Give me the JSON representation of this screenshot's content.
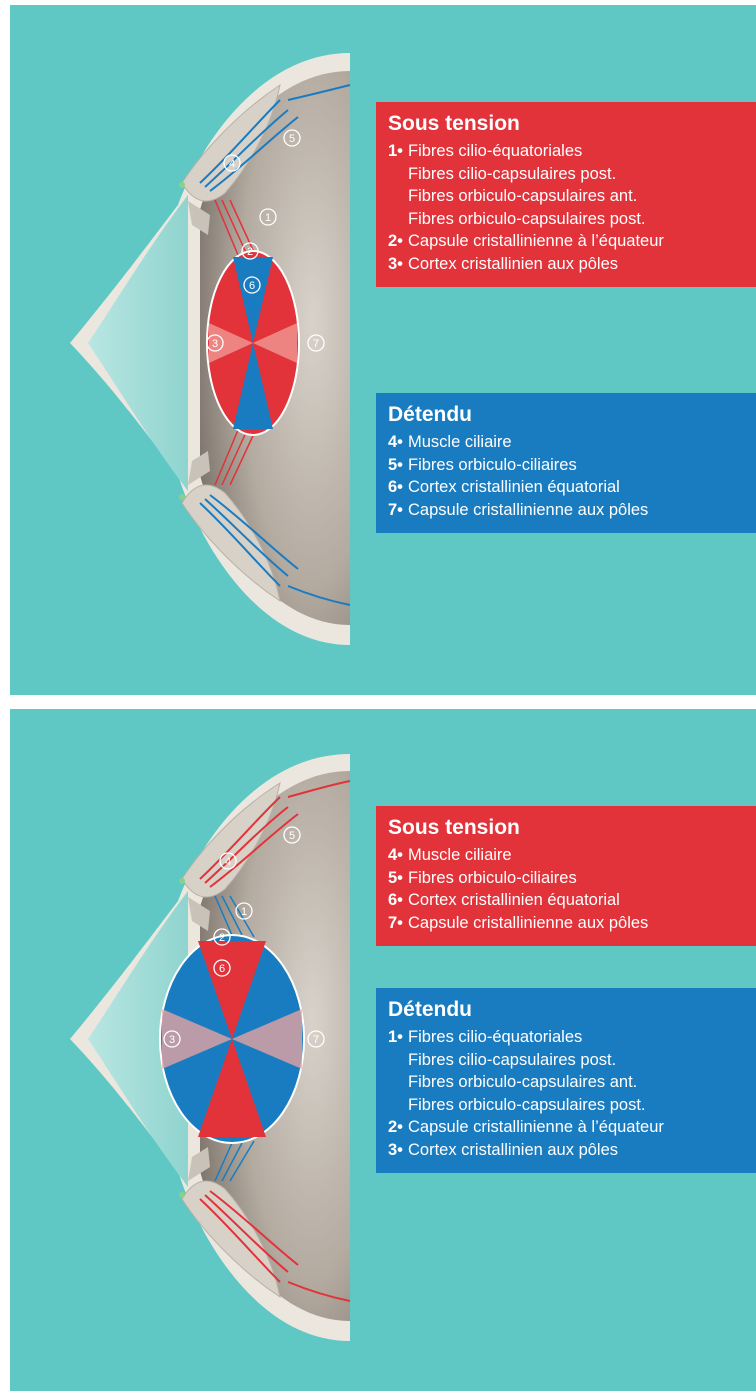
{
  "colors": {
    "background": "#5fc8c4",
    "tension": "#e2323a",
    "relaxed": "#1a7cc0",
    "sclera": "#e8e4dc",
    "interior": "#a89e94"
  },
  "markers": [
    "1",
    "2",
    "3",
    "4",
    "5",
    "6",
    "7"
  ],
  "panels": [
    {
      "tension": {
        "title": "Sous tension",
        "items": [
          {
            "num": "1•",
            "lines": [
              "Fibres cilio-équatoriales",
              "Fibres cilio-capsulaires post.",
              "Fibres orbiculo-capsulaires ant.",
              "Fibres orbiculo-capsulaires post."
            ]
          },
          {
            "num": "2•",
            "lines": [
              "Capsule cristallinienne à l’équateur"
            ]
          },
          {
            "num": "3•",
            "lines": [
              "Cortex cristallinien aux pôles"
            ]
          }
        ]
      },
      "relaxed": {
        "title": "Détendu",
        "items": [
          {
            "num": "4•",
            "lines": [
              "Muscle ciliaire"
            ]
          },
          {
            "num": "5•",
            "lines": [
              "Fibres orbiculo-ciliaires"
            ]
          },
          {
            "num": "6•",
            "lines": [
              "Cortex cristallinien équatorial"
            ]
          },
          {
            "num": "7•",
            "lines": [
              "Capsule cristallinienne aux pôles"
            ]
          }
        ]
      }
    },
    {
      "tension": {
        "title": "Sous tension",
        "items": [
          {
            "num": "4•",
            "lines": [
              "Muscle ciliaire"
            ]
          },
          {
            "num": "5•",
            "lines": [
              "Fibres orbiculo-ciliaires"
            ]
          },
          {
            "num": "6•",
            "lines": [
              "Cortex cristallinien équatorial"
            ]
          },
          {
            "num": "7•",
            "lines": [
              "Capsule cristallinienne aux pôles"
            ]
          }
        ]
      },
      "relaxed": {
        "title": "Détendu",
        "items": [
          {
            "num": "1•",
            "lines": [
              "Fibres cilio-équatoriales",
              "Fibres cilio-capsulaires post.",
              "Fibres orbiculo-capsulaires ant.",
              "Fibres orbiculo-capsulaires post."
            ]
          },
          {
            "num": "2•",
            "lines": [
              "Capsule cristallinienne à l’équateur"
            ]
          },
          {
            "num": "3•",
            "lines": [
              "Cortex cristallinien aux pôles"
            ]
          }
        ]
      }
    }
  ]
}
